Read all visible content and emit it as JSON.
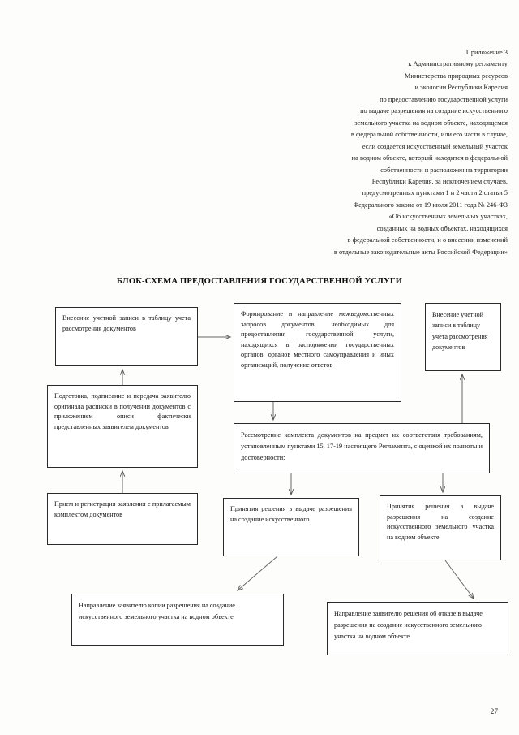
{
  "document": {
    "page_number": "27",
    "title": "БЛОК-СХЕМА ПРЕДОСТАВЛЕНИЯ ГОСУДАРСТВЕННОЙ УСЛУГИ"
  },
  "header": {
    "lines": [
      "Приложение 3",
      "к Административному регламенту",
      "Министерства природных ресурсов",
      "и экологии Республики Карелия",
      "по предоставлению государственной услуги",
      "по выдаче разрешения на создание искусственного",
      "земельного участка на водном объекте, находящемся",
      "в федеральной собственности, или его части в случае,",
      "если создается искусственный земельный участок",
      "на водном объекте, который находится в федеральной",
      "собственности и расположен на территории",
      "Республики Карелия, за исключением случаев,",
      "предусмотренных пунктами 1 и 2 части 2 статьи 5",
      "Федерального закона от 19 июля 2011 года № 246-ФЗ",
      "«Об искусственных земельных участках,",
      "созданных на водных объектах, находящихся",
      "в федеральной собственности, и о внесении изменений",
      "в отдельные законодательные акты Российской Федерации»"
    ]
  },
  "flowchart": {
    "nodes": {
      "entry_left": "Внесение учетной записи в таблицу учета рассмотрения документов",
      "interagency": "Формирование и направление межведомственных запросов документов, необходимых для предоставления государственной услуги, находящихся в распоряжении государственных органов, органов местного самоуправления и иных организаций, получение ответов",
      "entry_right": "Внесение учетной записи в таблицу учета рассмотрения документов",
      "receipt_prep": "Подготовка, подписание и передача заявителю оригинала расписки в получении документов с приложением описи фактически представленных заявителем документов",
      "acceptance": "Прием и регистрация заявления с прилагаемым комплектом документов",
      "review": "Рассмотрение комплекта документов на предмет их соответствия требованиям, установленным пунктами 15, 17-19 настоящего Регламента, с оценкой их полноты и достоверности;",
      "decision_issue": "Принятия решения в выдаче разрешения на создание искусственного",
      "decision_object": "Принятия решения в выдаче разрешения на создание искусственного земельного участка на водном объекте",
      "send_copy": "Направление заявителю копии  разрешения на создание искусственного земельного участка на водном объекте",
      "send_refusal": "Направление заявителю решения об отказе в выдаче разрешения на создание искусственного земельного участка на водном объекте"
    }
  },
  "colors": {
    "ink": "#121212",
    "border": "#2a2a2a",
    "connector": "#555555",
    "paper": "#fdfdfc"
  }
}
